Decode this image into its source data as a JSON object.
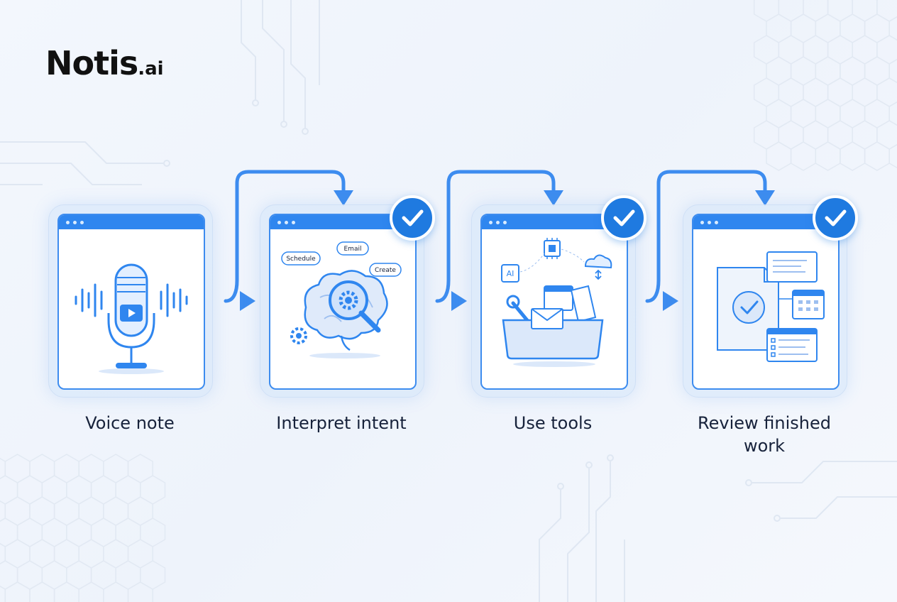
{
  "brand": {
    "name": "Notis",
    "suffix": ".ai"
  },
  "steps": [
    {
      "label": "Voice note"
    },
    {
      "label": "Interpret intent"
    },
    {
      "label": "Use tools"
    },
    {
      "label": "Review finished work"
    }
  ],
  "bubbles": {
    "schedule": "Schedule",
    "email": "Email",
    "create": "Create"
  },
  "chip_label": "AI",
  "colors": {
    "accent": "#2f86ef",
    "check": "#1f7ae0",
    "text": "#17223b"
  }
}
